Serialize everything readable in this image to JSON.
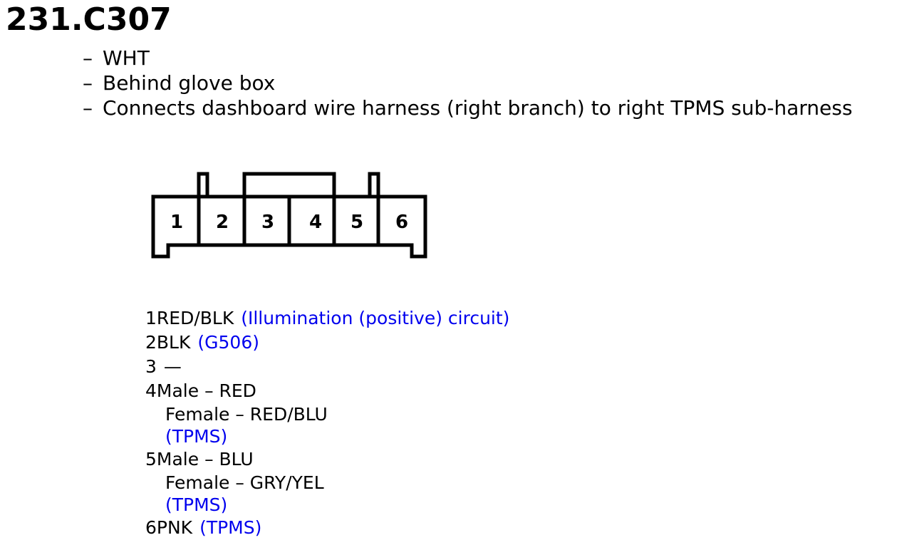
{
  "title": "231.C307",
  "info": [
    {
      "dash": "–",
      "text": "WHT"
    },
    {
      "dash": "–",
      "text": "Behind glove box"
    },
    {
      "dash": "–",
      "text": "Connects dashboard wire harness (right branch) to right TPMS sub-harness"
    }
  ],
  "connector": {
    "pins": [
      "1",
      "2",
      "3",
      "4",
      "5",
      "6"
    ]
  },
  "pins": {
    "p1": {
      "num": "1",
      "wire": "RED/BLK",
      "circuit": "(Illumination (positive) circuit)"
    },
    "p2": {
      "num": "2",
      "wire": "BLK",
      "circuit": "(G506)"
    },
    "p3": {
      "num": "3",
      "wire": "—"
    },
    "p4": {
      "num": "4",
      "male": "Male – RED",
      "female": "Female – RED/BLU",
      "circuit": "(TPMS)"
    },
    "p5": {
      "num": "5",
      "male": "Male – BLU",
      "female": "Female – GRY/YEL",
      "circuit": "(TPMS)"
    },
    "p6": {
      "num": "6",
      "wire": "PNK",
      "circuit": "(TPMS)"
    }
  },
  "colors": {
    "link": "#0000ee",
    "text": "#000000"
  }
}
